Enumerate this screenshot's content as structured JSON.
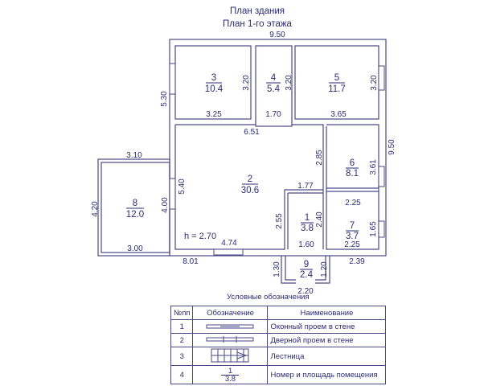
{
  "titles": {
    "line1": "План здания",
    "line2": "План 1-го этажа"
  },
  "ceiling_height": "h = 2.70",
  "rooms": [
    {
      "number": "1",
      "area": "3.8"
    },
    {
      "number": "2",
      "area": "30.6"
    },
    {
      "number": "3",
      "area": "10.4"
    },
    {
      "number": "4",
      "area": "5.4"
    },
    {
      "number": "5",
      "area": "11.7"
    },
    {
      "number": "6",
      "area": "8.1"
    },
    {
      "number": "7",
      "area": "3.7"
    },
    {
      "number": "8",
      "area": "12.0"
    },
    {
      "number": "9",
      "area": "2.4"
    }
  ],
  "dimensions": {
    "top": "9.50",
    "left_outer": "5.30",
    "right_outer": "9.50",
    "r3_h": "3.20",
    "r3_w": "3.25",
    "r4_h": "3.20",
    "r4_w": "1.70",
    "r5_h": "3.20",
    "r5_w": "3.65",
    "r2_top": "6.51",
    "r2_left": "5.40",
    "r2_window": "4.00",
    "r2_bottom": "4.74",
    "bottom_left": "8.01",
    "r6_left": "2.85",
    "r6_right": "3.61",
    "r6_bottom": "2.25",
    "r1_top": "1.77",
    "r1_left": "2.55",
    "r1_right": "2.40",
    "r1_bottom": "1.60",
    "r7_right": "1.65",
    "r7_bottom": "2.25",
    "bottom_right": "2.39",
    "r8_top": "3.10",
    "r8_left": "4.20",
    "r8_bottom": "3.00",
    "r9_left": "1.30",
    "r9_right": "1.20",
    "r9_bottom": "2.20"
  },
  "legend": {
    "title": "Условные обозначения",
    "headers": [
      "№пп",
      "Обозначение",
      "Наименование"
    ],
    "rows": [
      {
        "n": "1",
        "name": "Оконный проем в стене"
      },
      {
        "n": "2",
        "name": "Дверной проем в стене"
      },
      {
        "n": "3",
        "name": "Лестница"
      },
      {
        "n": "4",
        "name": "Номер и площадь помещения",
        "sample_number": "1",
        "sample_area": "3.8"
      }
    ]
  }
}
